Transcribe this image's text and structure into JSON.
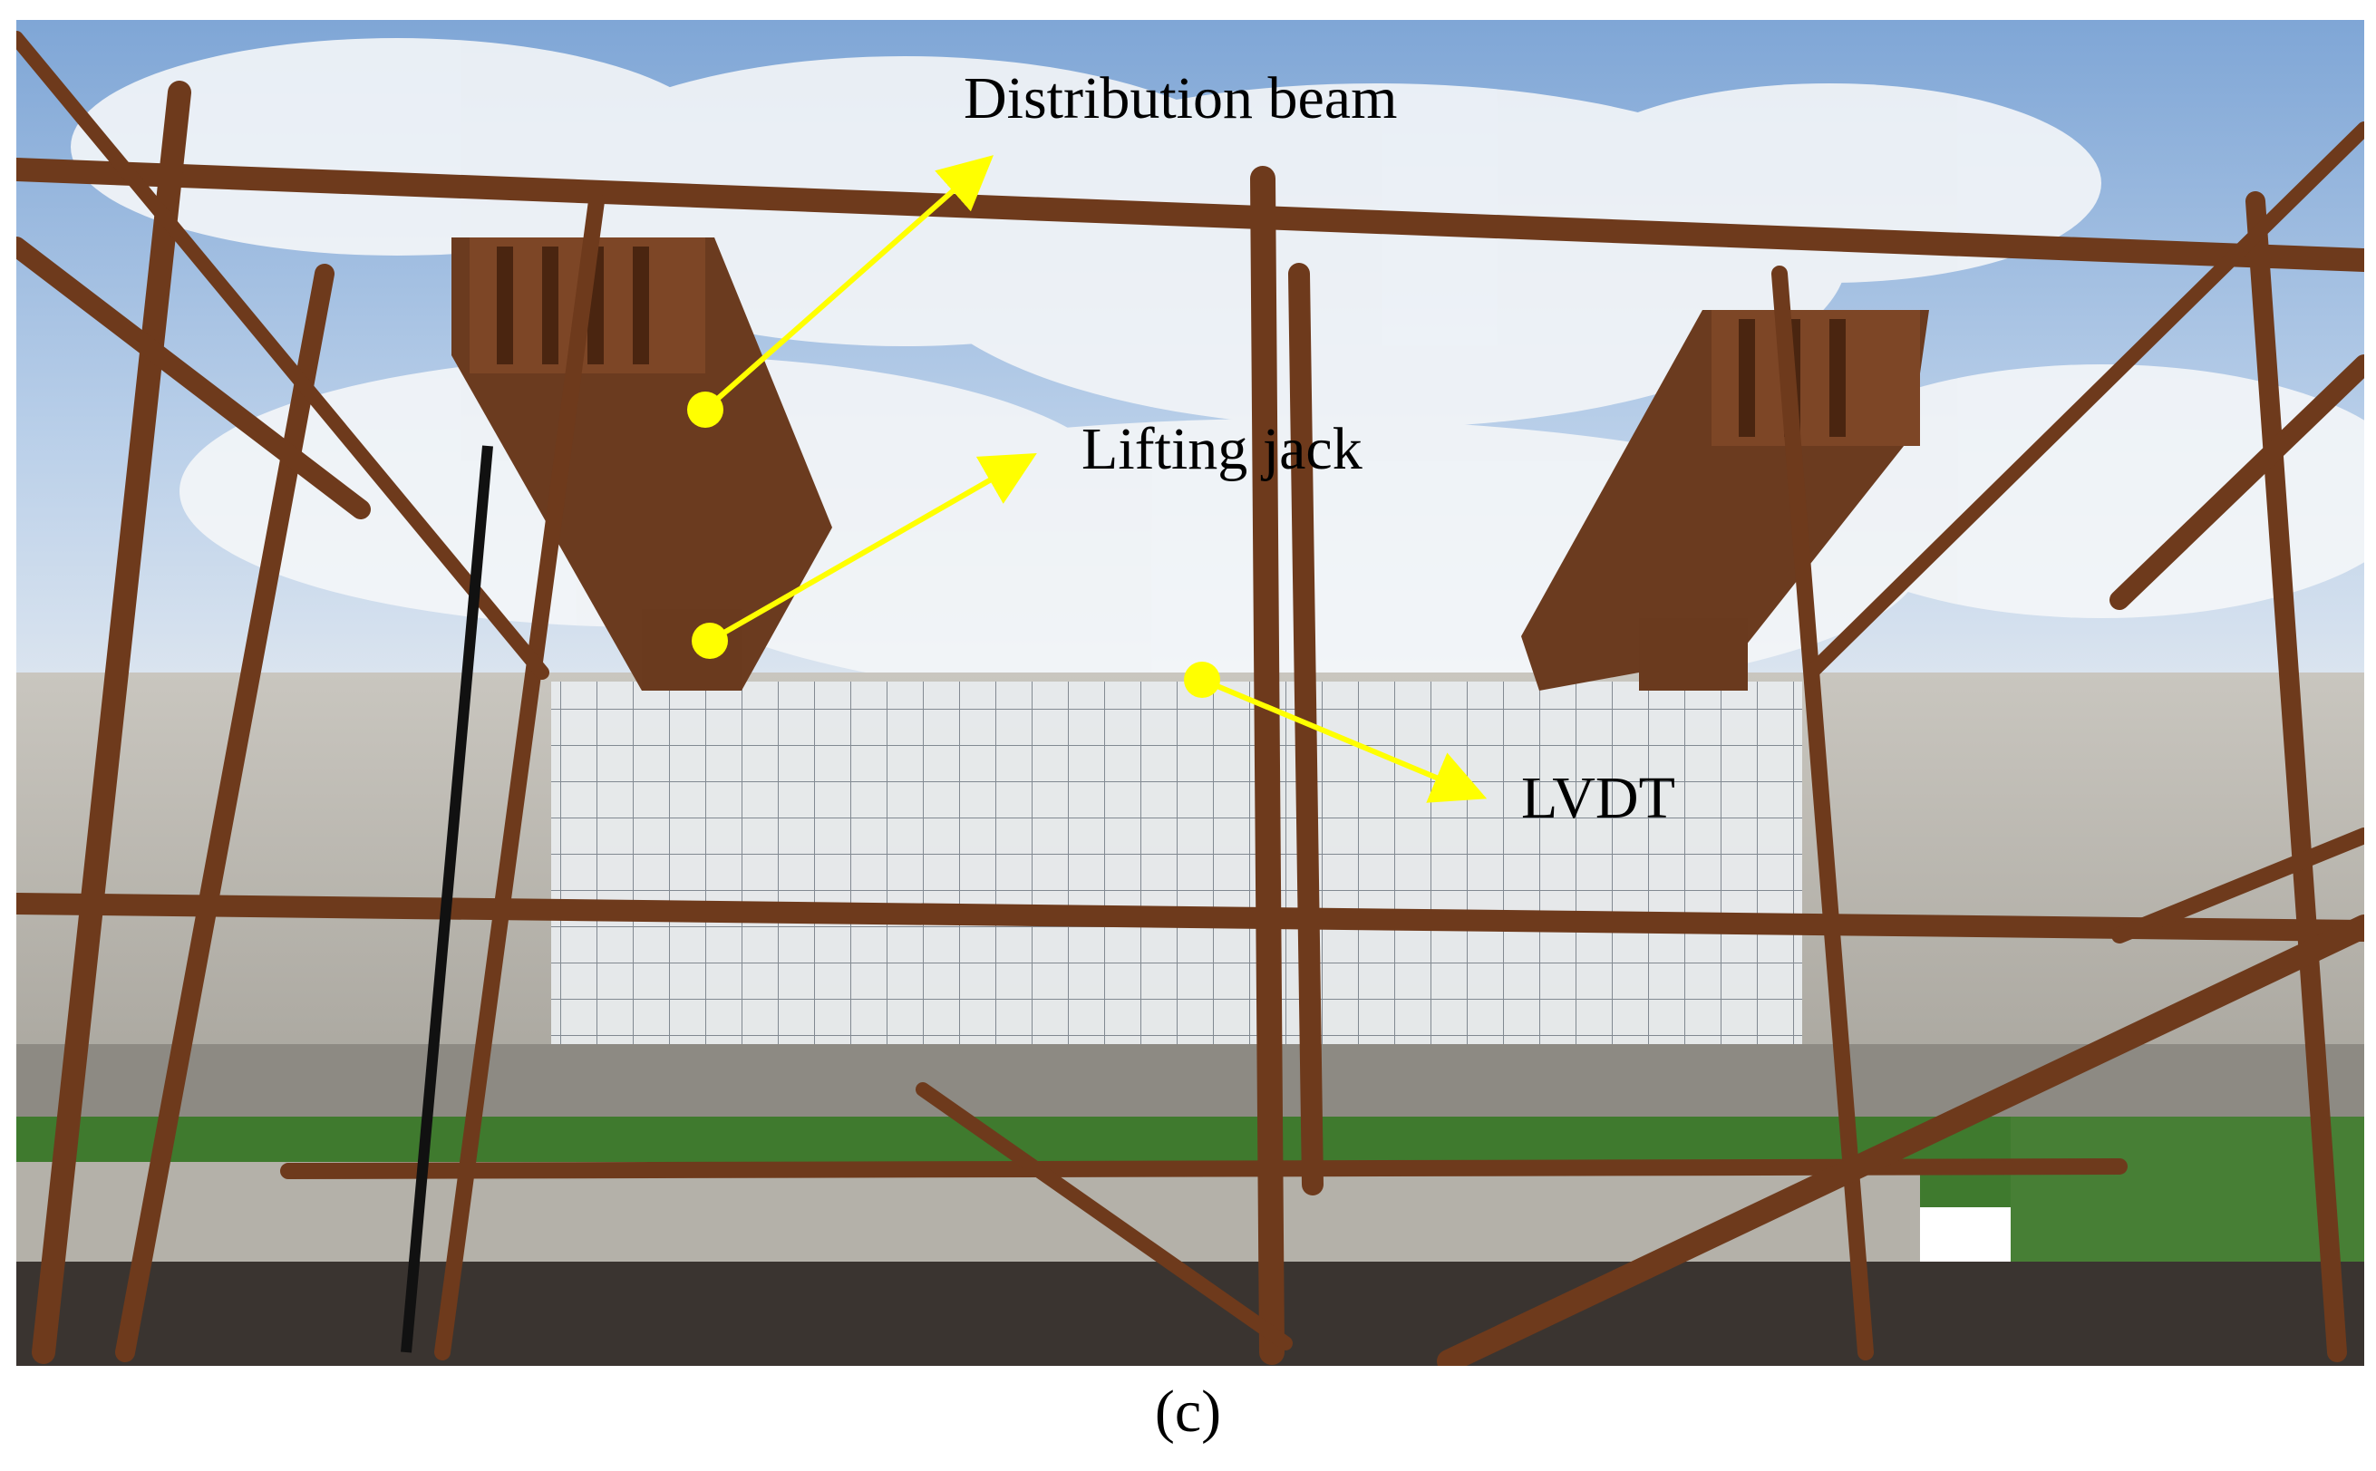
{
  "figure": {
    "caption": "(c)",
    "annotations": [
      {
        "id": "distribution-beam",
        "text": "Distribution beam"
      },
      {
        "id": "lifting-jack",
        "text": "Lifting jack"
      },
      {
        "id": "lvdt",
        "text": "LVDT"
      }
    ],
    "colors": {
      "sky": "#8fb4e0",
      "cloud": "#f1f3f6",
      "rust": "#6e3a1c",
      "steel_beam": "#7a4a2a",
      "concrete": "#b9b6ae",
      "white_coat": "#e9ecee",
      "vegetation": "#3f7a2e",
      "arrow": "#ffff00"
    }
  }
}
